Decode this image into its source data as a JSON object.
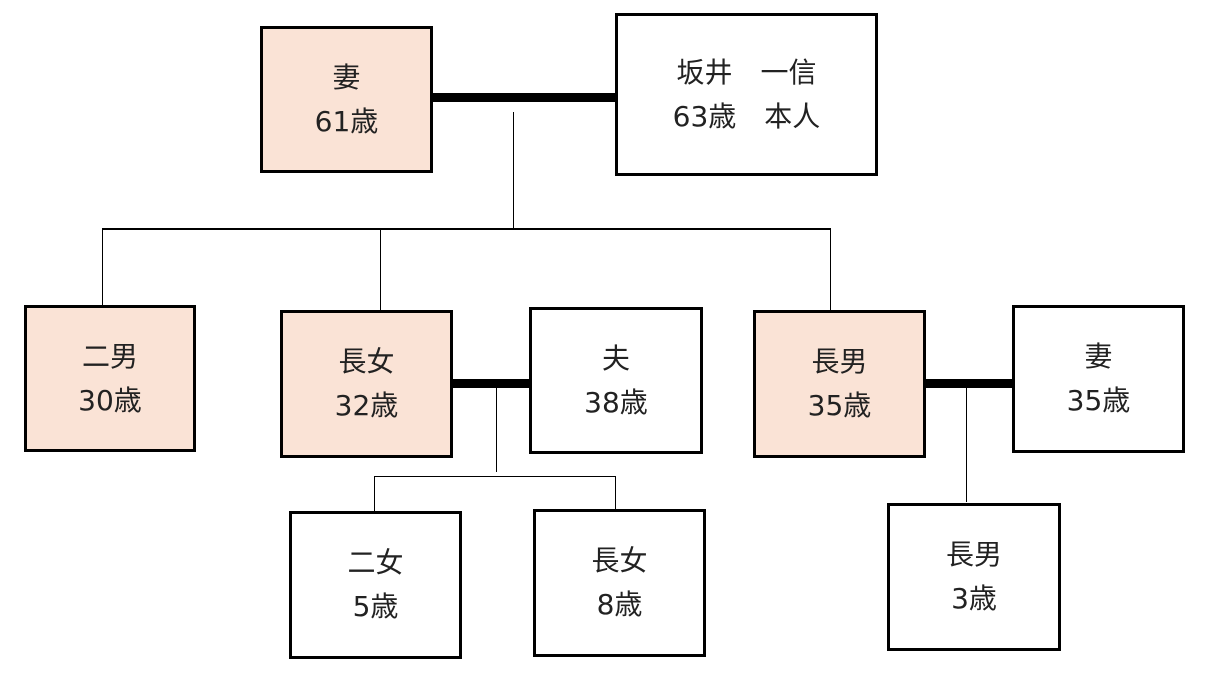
{
  "colors": {
    "highlight": "#fae3d6",
    "border": "#000000",
    "plain": "#ffffff"
  },
  "people": {
    "wife": {
      "line1": "妻",
      "line2": "61歳"
    },
    "self": {
      "line1": "坂井　一信",
      "line2": "63歳　本人"
    },
    "second_son": {
      "line1": "二男",
      "line2": "30歳"
    },
    "eldest_daughter": {
      "line1": "長女",
      "line2": "32歳"
    },
    "eldest_daughter_husband": {
      "line1": "夫",
      "line2": "38歳"
    },
    "eldest_son": {
      "line1": "長男",
      "line2": "35歳"
    },
    "eldest_son_wife": {
      "line1": "妻",
      "line2": "35歳"
    },
    "grandchild_second_daughter": {
      "line1": "二女",
      "line2": "5歳"
    },
    "grandchild_eldest_daughter": {
      "line1": "長女",
      "line2": "8歳"
    },
    "grandchild_eldest_son": {
      "line1": "長男",
      "line2": "3歳"
    }
  }
}
